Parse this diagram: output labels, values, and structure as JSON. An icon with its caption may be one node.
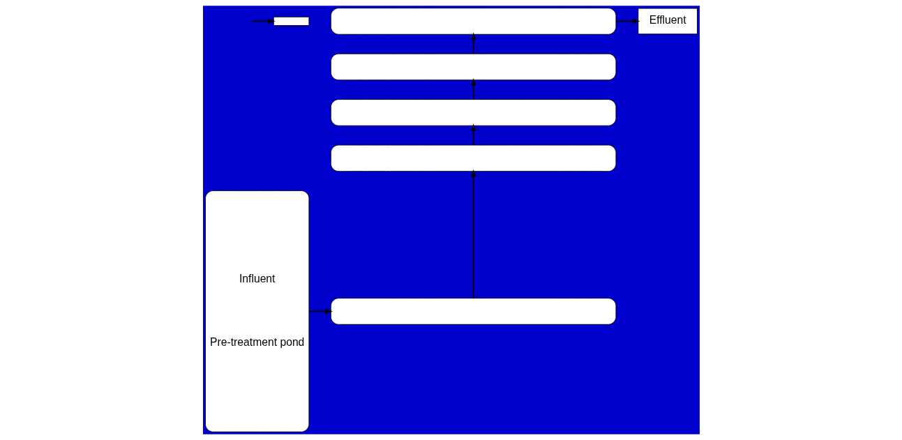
{
  "diagram": {
    "nodes": [
      {
        "text": [
          "Influent",
          "Pre-treatment pond"
        ]
      },
      {
        "text": [],
        "shape": "box"
      },
      {
        "text": [],
        "shape": "box"
      },
      {
        "text": [],
        "shape": "box"
      },
      {
        "text": [],
        "shape": "box"
      },
      {
        "text": [],
        "shape": "box"
      },
      {
        "text": [],
        "shape": "box"
      },
      {
        "text": [
          "Effluent"
        ]
      }
    ],
    "edges": [
      {
        "from": null,
        "to": 1,
        "arrow": "to"
      },
      {
        "from": 0,
        "to": 6,
        "arrow": "to"
      },
      {
        "from": 6,
        "to": 5,
        "arrow": "to"
      },
      {
        "from": 5,
        "to": 4,
        "arrow": "to"
      },
      {
        "from": 4,
        "to": 3,
        "arrow": "to"
      },
      {
        "from": 3,
        "to": 2,
        "arrow": "to"
      },
      {
        "from": 2,
        "to": 7,
        "arrow": "to"
      }
    ]
  }
}
